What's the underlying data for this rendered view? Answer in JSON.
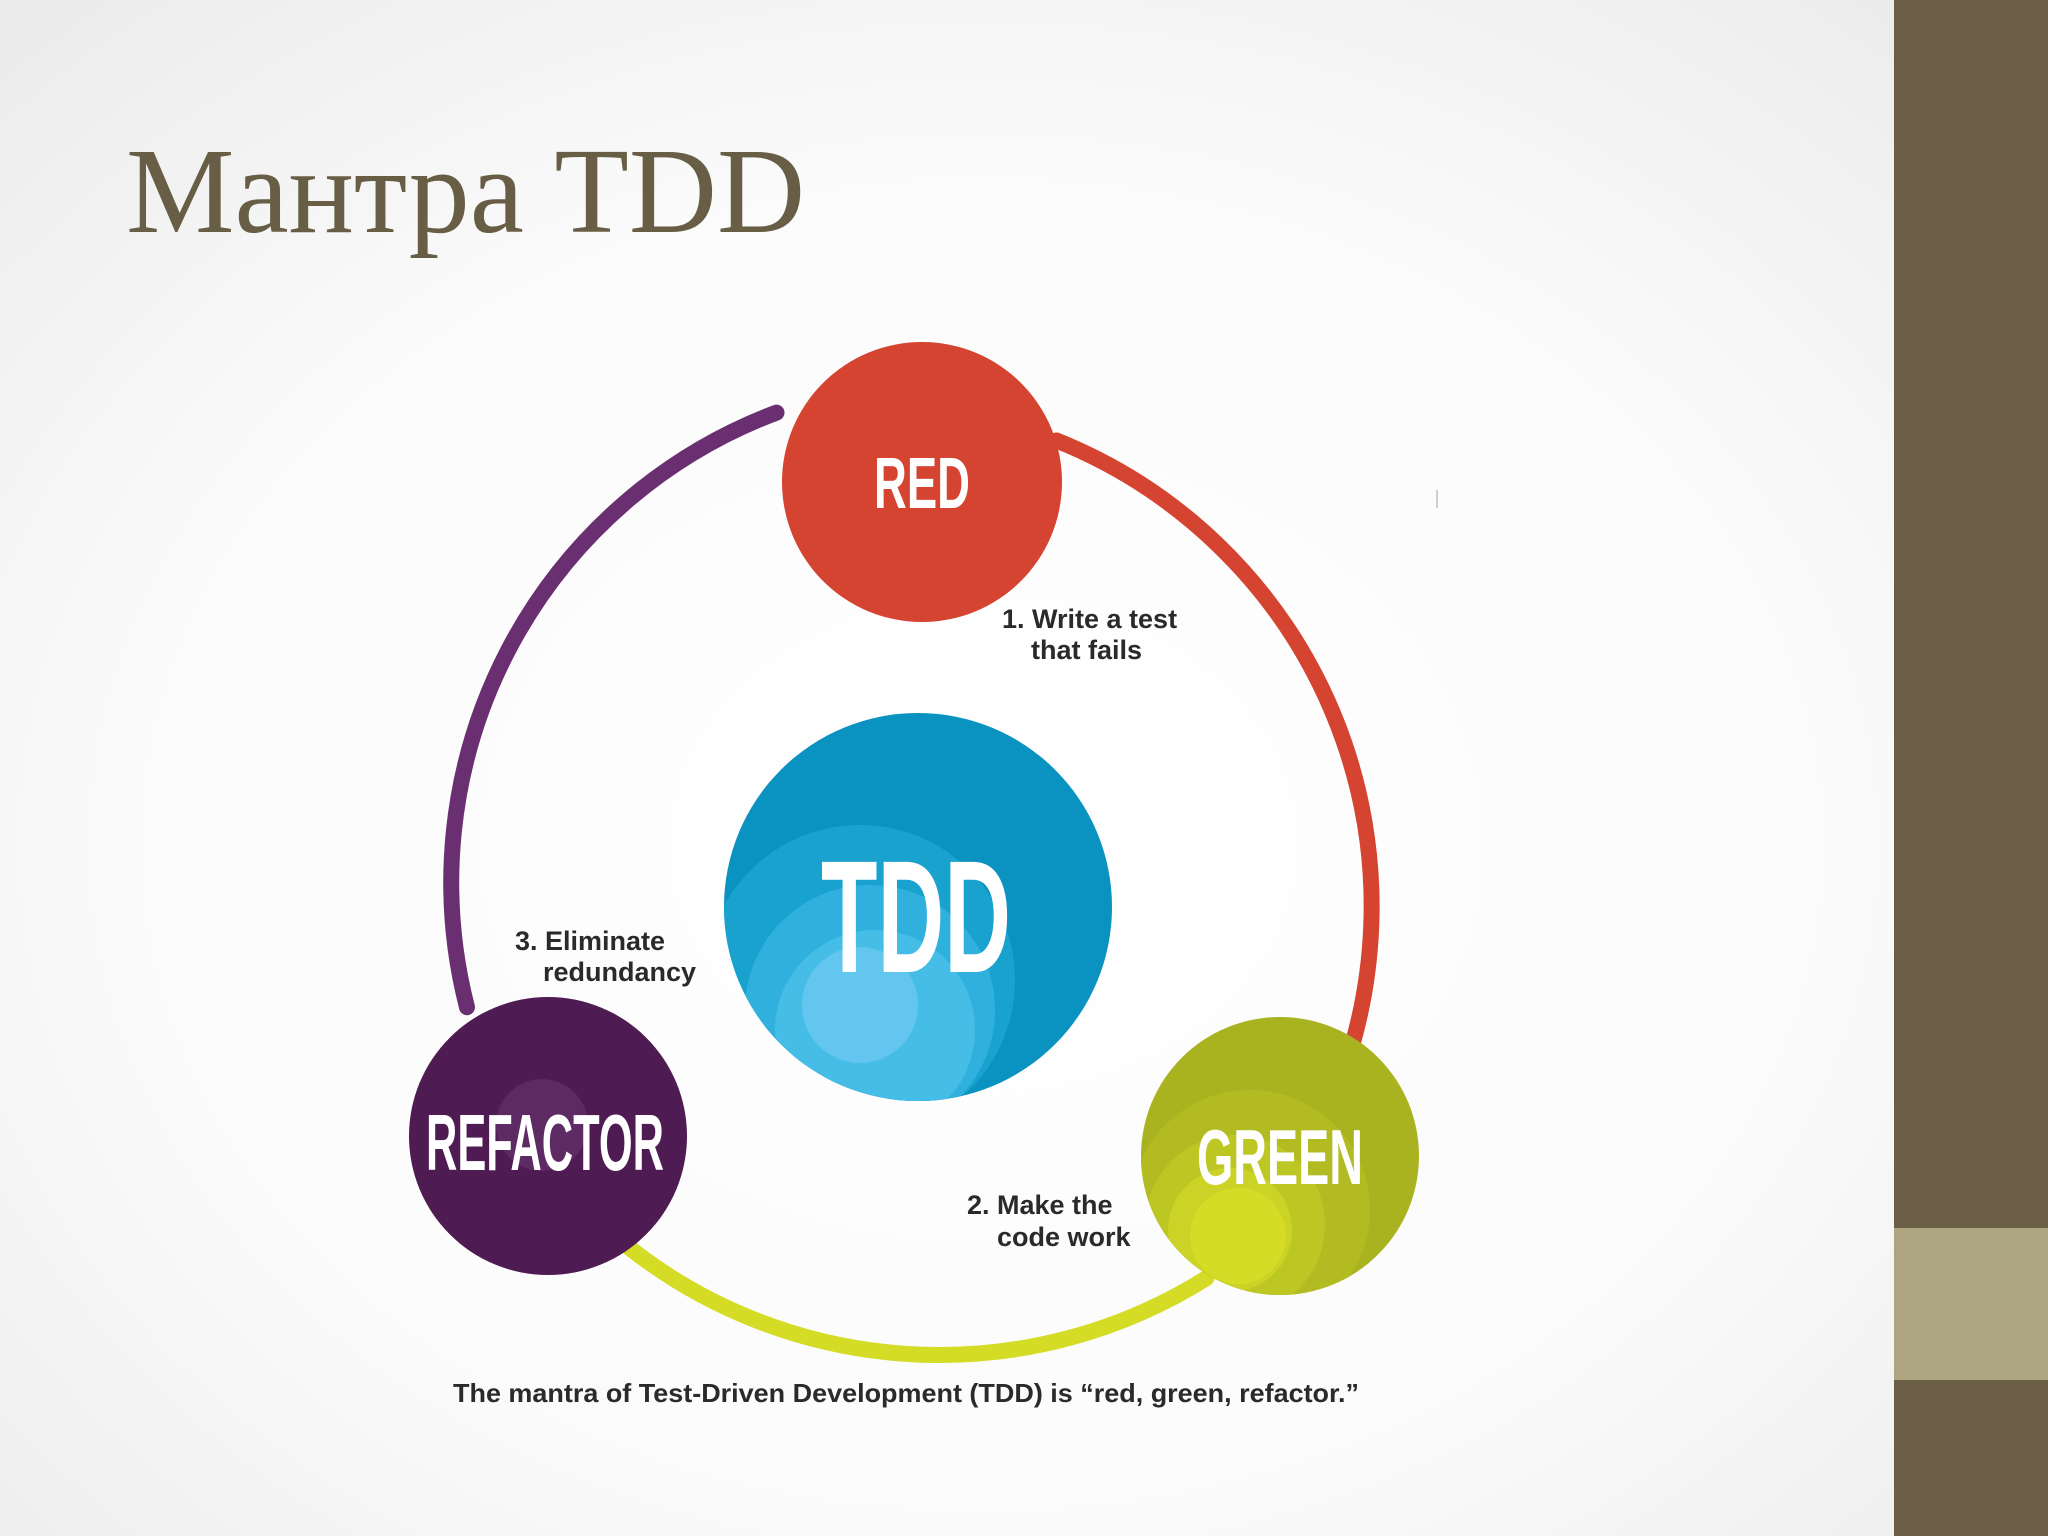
{
  "slide": {
    "title": "Мантра TDD"
  },
  "diagram": {
    "center_label": "TDD",
    "nodes": {
      "red": "RED",
      "green": "GREEN",
      "refactor": "REFACTOR"
    },
    "steps": {
      "step1_line1": "1. Write a test",
      "step1_line2": "that fails",
      "step2_line1": "2. Make the",
      "step2_line2": "code work",
      "step3_line1": "3. Eliminate",
      "step3_line2": "redundancy"
    },
    "caption": "The mantra of Test-Driven Development (TDD) is “red, green, refactor.”",
    "colors": {
      "red": "#d54331",
      "green": "#a9b320",
      "green_arc": "#d4dc26",
      "refactor": "#4f1b53",
      "refactor_arc": "#6a2f71",
      "tdd_blue": "#0a92c0",
      "title": "#675e45",
      "sidebar": "#6b5e47",
      "sidebar_accent": "#aca57f"
    }
  }
}
